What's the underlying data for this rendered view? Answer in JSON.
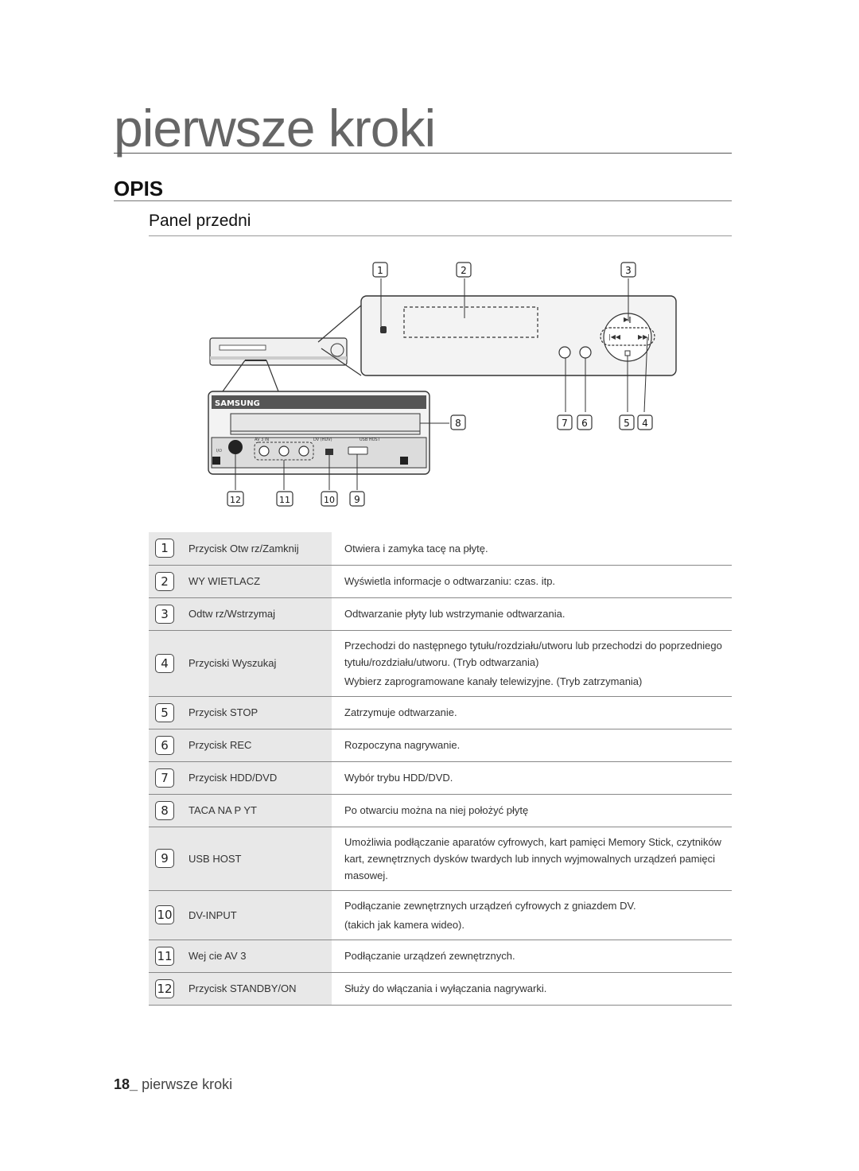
{
  "chapter": {
    "title": "pierwsze kroki"
  },
  "section": {
    "title": "OPIS"
  },
  "subsection": {
    "title": "Panel przedni"
  },
  "diagram": {
    "callouts": [
      "1",
      "2",
      "3",
      "4",
      "5",
      "6",
      "7",
      "8",
      "9",
      "10",
      "11",
      "12"
    ],
    "brand_logo_text": "SAMSUNG",
    "jack_labels": {
      "av": "AV 3 IN",
      "dv": "DV (HDV)",
      "usb": "USB HOST",
      "standby": "I/⏻"
    }
  },
  "rows": [
    {
      "num": "1",
      "label": "Przycisk Otw rz/Zamknij",
      "lines": [
        "Otwiera i zamyka tacę na płytę."
      ]
    },
    {
      "num": "2",
      "label": "WY WIETLACZ",
      "lines": [
        "Wyświetla informacje o odtwarzaniu: czas. itp."
      ]
    },
    {
      "num": "3",
      "label": "Odtw rz/Wstrzymaj",
      "lines": [
        "Odtwarzanie płyty lub wstrzymanie odtwarzania."
      ]
    },
    {
      "num": "4",
      "label": "Przyciski Wyszukaj",
      "lines": [
        "Przechodzi do następnego tytułu/rozdziału/utworu lub przechodzi do poprzedniego tytułu/rozdziału/utworu. (Tryb odtwarzania)",
        "Wybierz zaprogramowane kanały telewizyjne. (Tryb zatrzymania)"
      ]
    },
    {
      "num": "5",
      "label": "Przycisk STOP",
      "lines": [
        "Zatrzymuje odtwarzanie."
      ]
    },
    {
      "num": "6",
      "label": "Przycisk REC",
      "lines": [
        "Rozpoczyna nagrywanie."
      ]
    },
    {
      "num": "7",
      "label": "Przycisk HDD/DVD",
      "lines": [
        "Wybór trybu HDD/DVD."
      ]
    },
    {
      "num": "8",
      "label": "TACA NA P YT",
      "lines": [
        "Po otwarciu można na niej położyć płytę"
      ]
    },
    {
      "num": "9",
      "label": "USB HOST",
      "lines": [
        "Umożliwia podłączanie aparatów cyfrowych, kart pamięci Memory Stick, czytników kart, zewnętrznych dysków twardych lub innych wyjmowalnych urządzeń pamięci masowej."
      ]
    },
    {
      "num": "10",
      "label": "DV-INPUT",
      "lines": [
        "Podłączanie zewnętrznych urządzeń cyfrowych z gniazdem DV.",
        "(takich jak kamera wideo)."
      ]
    },
    {
      "num": "11",
      "label": "Wej cie AV 3",
      "lines": [
        "Podłączanie urządzeń zewnętrznych."
      ]
    },
    {
      "num": "12",
      "label": "Przycisk STANDBY/ON",
      "lines": [
        "Służy do włączania i wyłączania nagrywarki."
      ]
    }
  ],
  "footer": {
    "page": "18_",
    "label": "pierwsze kroki"
  }
}
